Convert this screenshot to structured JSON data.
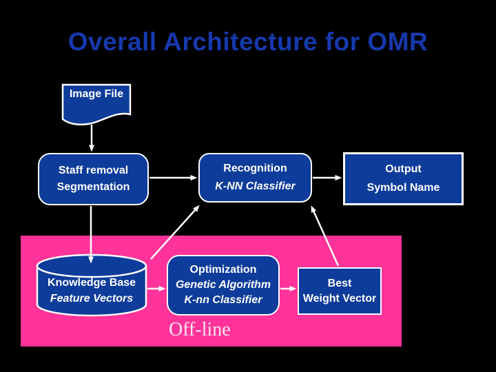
{
  "slide": {
    "title": "Overall Architecture for OMR",
    "section_label": "Off-line"
  },
  "colors": {
    "background": "#000000",
    "title_text": "#1739ae",
    "node_fill": "#0e3c9a",
    "node_border": "#ffffff",
    "node_text": "#ffffff",
    "offline_panel": "#ff3399",
    "arrow": "#ffffff",
    "offline_label_text": "#f9e6f1"
  },
  "nodes": {
    "image_file": {
      "shape": "document",
      "line1": "Image",
      "line2": "File"
    },
    "staff_removal": {
      "shape": "rounded-rectangle",
      "line1": "Staff removal",
      "line2": "Segmentation"
    },
    "recognition": {
      "shape": "rounded-rectangle",
      "line1": "Recognition",
      "line2": "K-NN Classifier"
    },
    "output": {
      "shape": "rectangle",
      "line1": "Output",
      "line2": "Symbol Name"
    },
    "knowledge_base": {
      "shape": "cylinder",
      "line1": "Knowledge Base",
      "line2": "Feature Vectors"
    },
    "optimization": {
      "shape": "rounded-rectangle",
      "line1": "Optimization",
      "line2": "Genetic Algorithm",
      "line3": "K-nn Classifier"
    },
    "best_weight_vector": {
      "shape": "rectangle",
      "line1": "Best",
      "line2": "Weight Vector"
    }
  },
  "connections": [
    {
      "from": "image_file",
      "to": "staff_removal"
    },
    {
      "from": "staff_removal",
      "to": "recognition"
    },
    {
      "from": "recognition",
      "to": "output"
    },
    {
      "from": "staff_removal",
      "to": "knowledge_base"
    },
    {
      "from": "knowledge_base",
      "to": "recognition"
    },
    {
      "from": "knowledge_base",
      "to": "optimization"
    },
    {
      "from": "optimization",
      "to": "best_weight_vector"
    },
    {
      "from": "best_weight_vector",
      "to": "recognition"
    }
  ]
}
